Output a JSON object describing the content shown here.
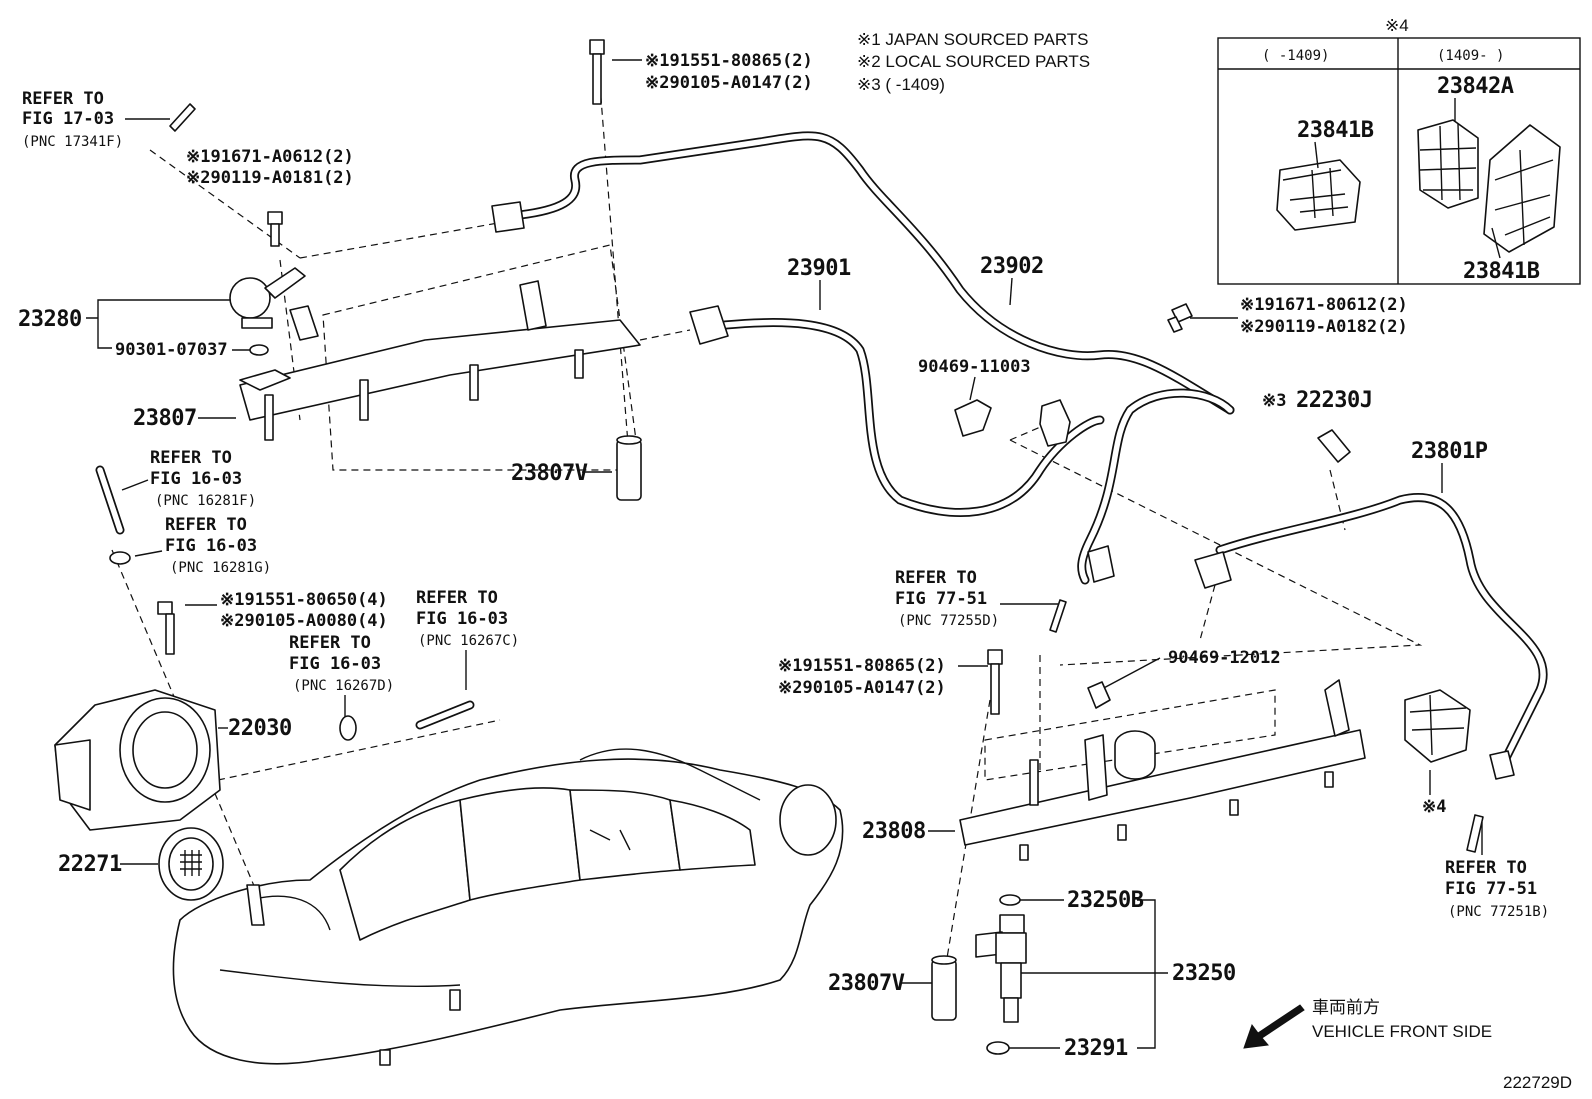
{
  "notes": {
    "n1": "※1 JAPAN SOURCED PARTS",
    "n2": "※2 LOCAL SOURCED PARTS",
    "n3": "※3 (      -1409)"
  },
  "inset": {
    "tag": "※4",
    "col_left_header": "(      -1409)",
    "col_right_header": "(1409-      )",
    "parts": [
      "23841B",
      "23842A",
      "23841B"
    ]
  },
  "refs": [
    [
      "REFER TO",
      "FIG 17-03",
      "(PNC 17341F)"
    ],
    [
      "REFER TO",
      "FIG 16-03",
      "(PNC 16281F)"
    ],
    [
      "REFER TO",
      "FIG 16-03",
      "(PNC 16281G)"
    ],
    [
      "REFER TO",
      "FIG 16-03",
      "(PNC 16267D)"
    ],
    [
      "REFER TO",
      "FIG 16-03",
      "(PNC 16267C)"
    ],
    [
      "REFER TO",
      "FIG 77-51",
      "(PNC 77255D)"
    ],
    [
      "REFER TO",
      "FIG 77-51",
      "(PNC 77251B)"
    ]
  ],
  "fasteners": {
    "bolt_top": [
      "※191551-80865(2)",
      "※290105-A0147(2)"
    ],
    "bolt_left": [
      "※191671-A0612(2)",
      "※290119-A0181(2)"
    ],
    "bolt_right": [
      "※191671-80612(2)",
      "※290119-A0182(2)"
    ],
    "bolt_tb": [
      "※191551-80650(4)",
      "※290105-A0080(4)"
    ],
    "bolt_lower": [
      "※191551-80865(2)",
      "※290105-A0147(2)"
    ]
  },
  "part_numbers": {
    "p23280": "23280",
    "p90301": "90301-07037",
    "p23807": "23807",
    "p23807V_a": "23807V",
    "p23901": "23901",
    "p23902": "23902",
    "p90469_11003": "90469-11003",
    "p22230J": "22230J",
    "p22230J_tag": "※3",
    "p23801P": "23801P",
    "p90469_12012": "90469-12012",
    "p22030": "22030",
    "p22271": "22271",
    "p23808": "23808",
    "p23250B": "23250B",
    "p23250": "23250",
    "p23807V_b": "23807V",
    "p23291": "23291",
    "p_tag4": "※4"
  },
  "direction": {
    "jp": "車両前方",
    "en": "VEHICLE FRONT SIDE"
  },
  "figure_id": "222729D"
}
